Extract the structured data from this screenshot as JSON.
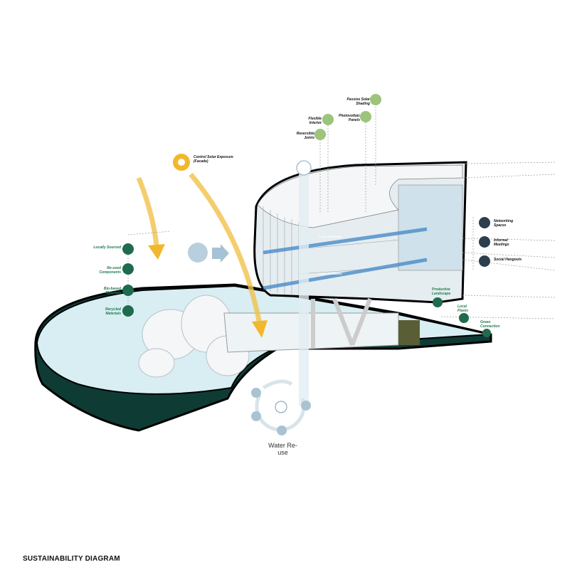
{
  "caption": "SUSTAINABILITY DIAGRAM",
  "colors": {
    "slab_edge": "#0f3b35",
    "green_icon": "#1f6b4d",
    "light_green_icon": "#9cc47a",
    "dark_icon": "#2d3e4c",
    "sun": "#f1b82d",
    "air_arrow": "#3f86c4",
    "water_icon": "#a9c3d3"
  },
  "top_labels": [
    {
      "text": "Passive Solar Shading",
      "icon": "leaf-icon"
    },
    {
      "text": "Photovoltaic Panels",
      "icon": "solar-panel-icon"
    },
    {
      "text": "Flexible Interior",
      "icon": "layout-icon"
    },
    {
      "text": "Reversible Joints",
      "icon": "joint-icon"
    }
  ],
  "solar_label": "Control Solar Exposure (Facade)",
  "left_labels": [
    {
      "text": "Locally Sourced",
      "icon": "location-pin-icon"
    },
    {
      "text": "Re-used Components",
      "icon": "recycle-icon"
    },
    {
      "text": "Bio-based Materials",
      "icon": "bio-leaf-icon"
    },
    {
      "text": "Recycled Materials",
      "icon": "recycled-icon"
    }
  ],
  "right_labels": [
    {
      "text": "Networking Spaces",
      "icon": "network-icon"
    },
    {
      "text": "Informal Meetings",
      "icon": "chat-icon"
    },
    {
      "text": "Social Hangouts",
      "icon": "people-icon"
    }
  ],
  "green_labels": [
    {
      "text": "Productive Landscape",
      "icon": "plant-icon"
    },
    {
      "text": "Local Plants",
      "icon": "plant-pot-icon"
    },
    {
      "text": "Green Connection",
      "icon": "green-link-icon"
    }
  ],
  "building_labels": [
    "Cross Ventilation",
    "Cross Ventilation"
  ],
  "water_label": "Water Re-use"
}
